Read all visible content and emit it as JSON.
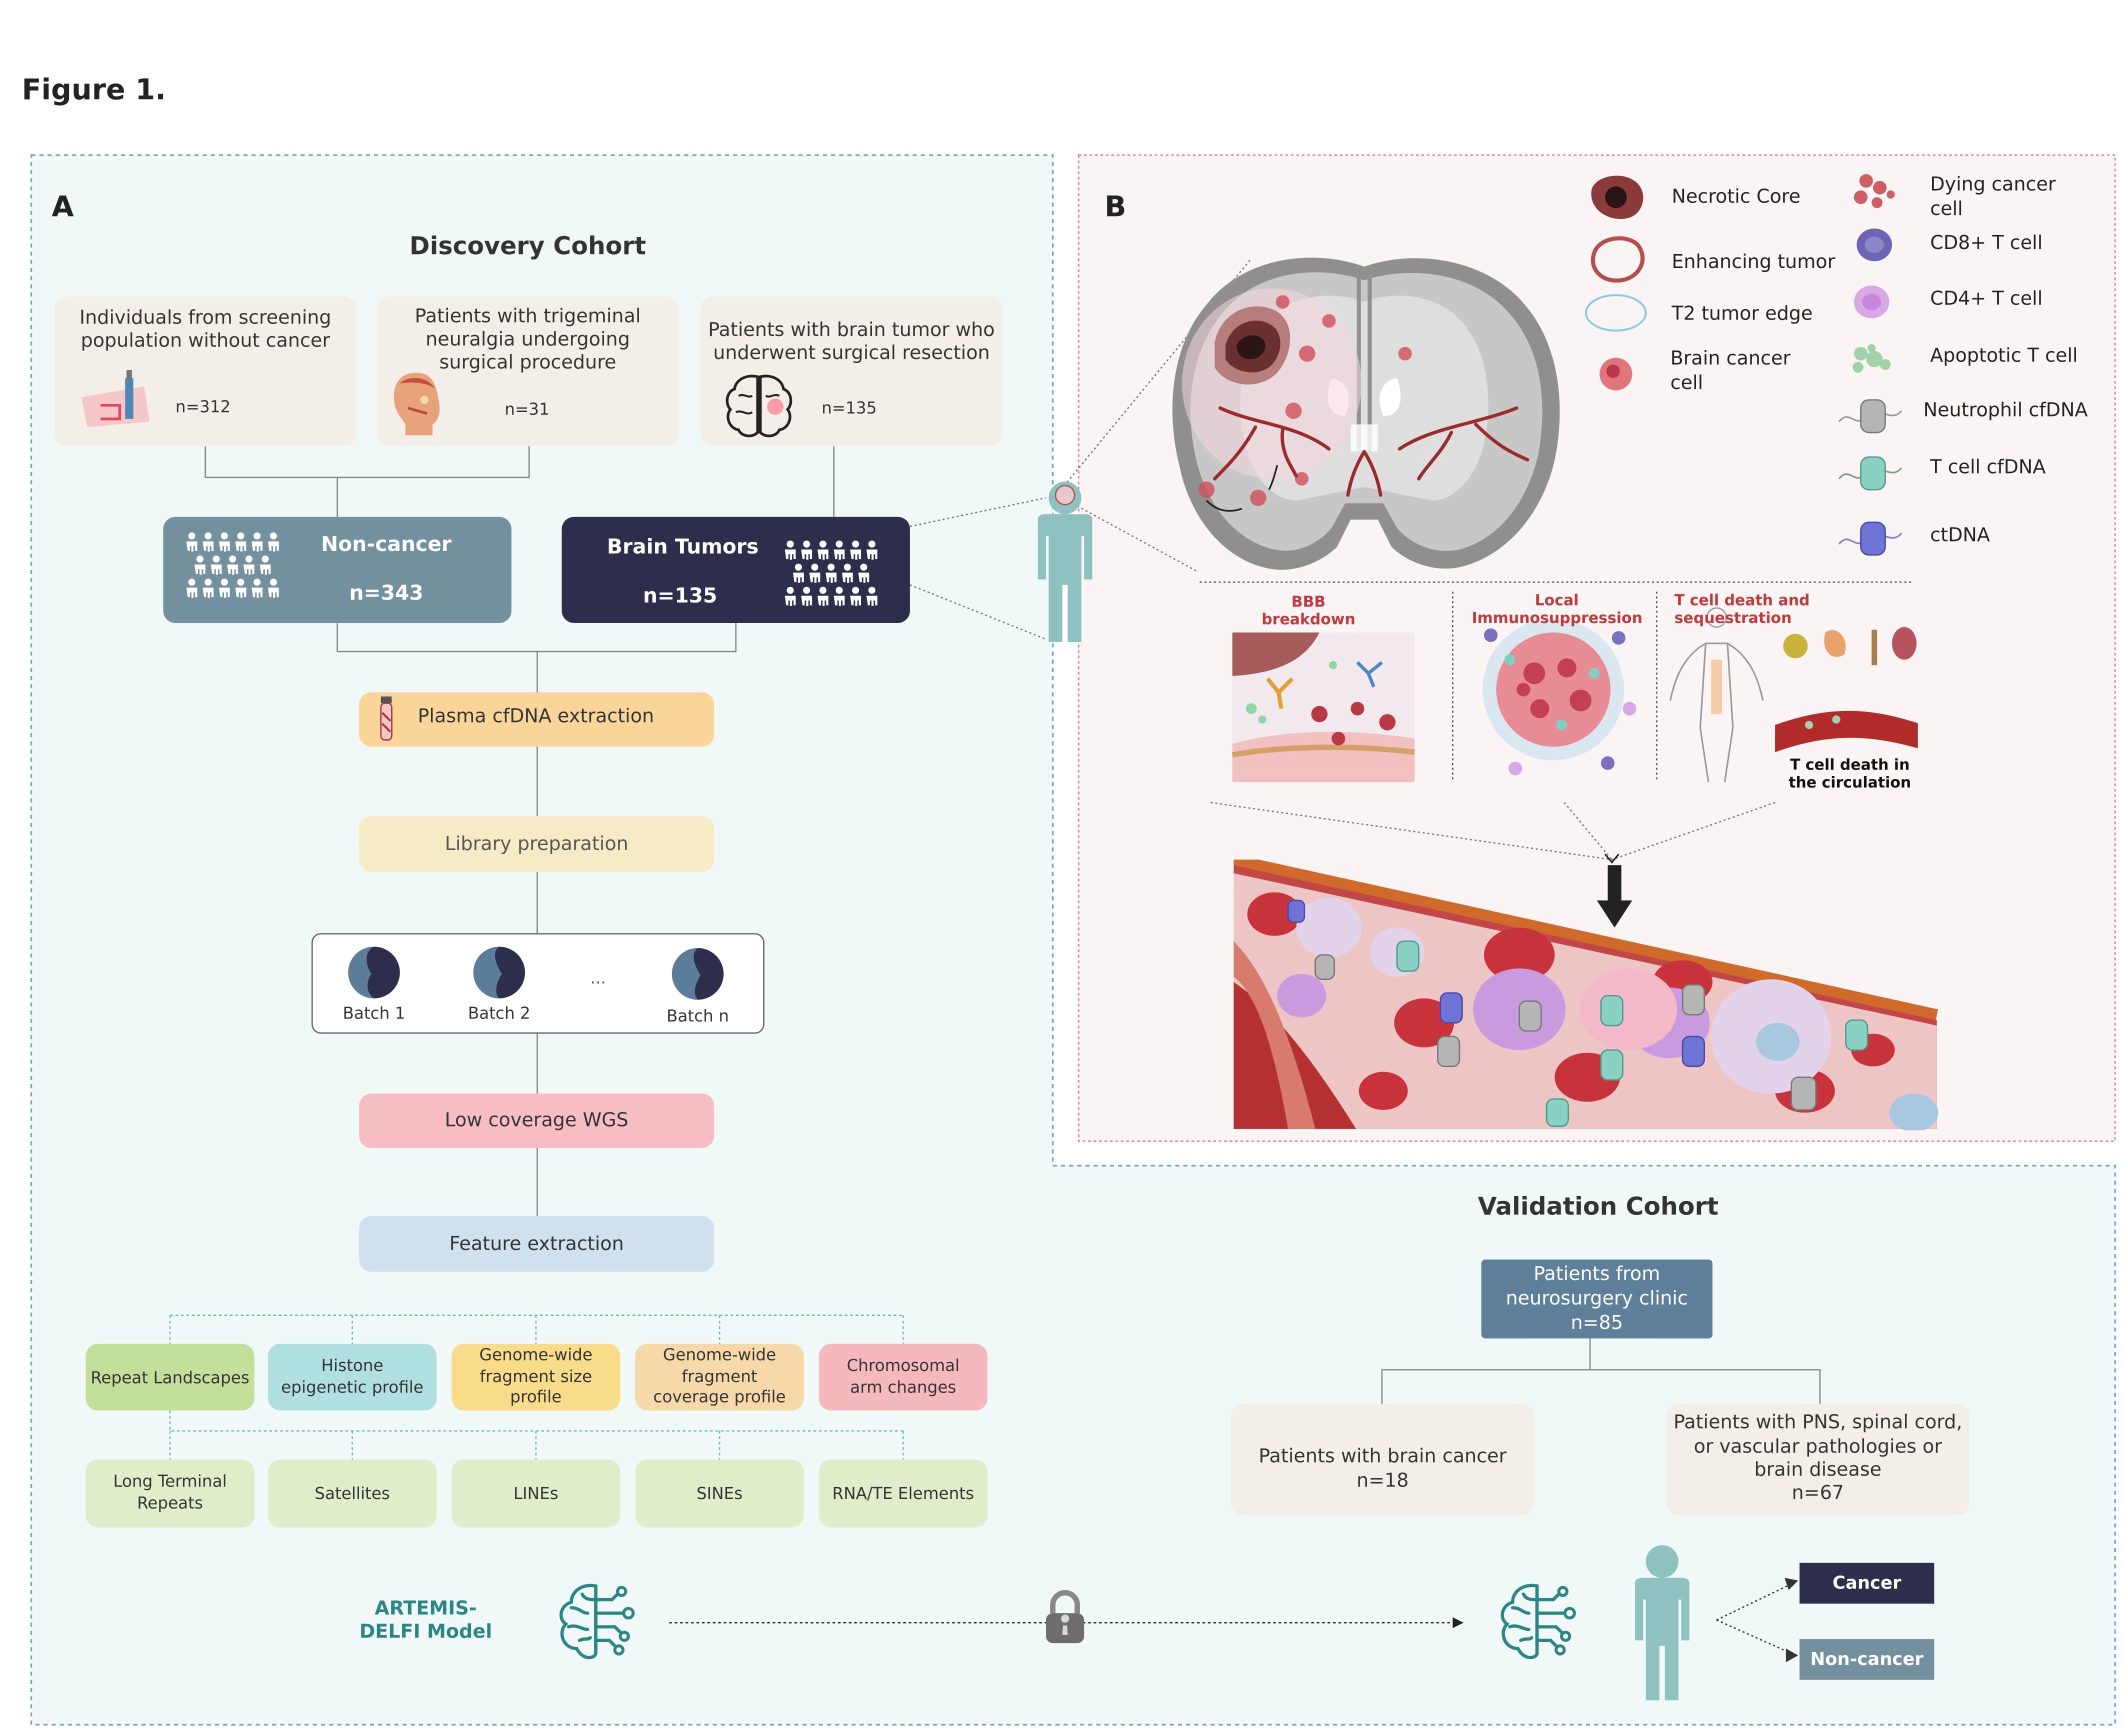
{
  "figure_title": "Figure 1.",
  "panel_a": {
    "letter": "A",
    "title": "Discovery Cohort",
    "sources": [
      {
        "label": "Individuals from screening population without cancer",
        "n": "n=312"
      },
      {
        "label": "Patients with trigeminal neuralgia undergoing surgical procedure",
        "n": "n=31"
      },
      {
        "label": "Patients with brain tumor who underwent surgical resection",
        "n": "n=135"
      }
    ],
    "groups": {
      "noncancer": {
        "label": "Non-cancer",
        "n": "n=343"
      },
      "tumor": {
        "label": "Brain Tumors",
        "n": "n=135"
      }
    },
    "steps": {
      "extraction": "Plasma cfDNA extraction",
      "library": "Library preparation",
      "wgs": "Low coverage WGS",
      "features": "Feature extraction"
    },
    "batches": [
      "Batch 1",
      "Batch 2",
      "...",
      "Batch n"
    ],
    "feature_types": [
      {
        "label": "Repeat Landscapes",
        "color": "#c3df9a"
      },
      {
        "label": "Histone epigenetic profile",
        "color": "#b0dfe0"
      },
      {
        "label": "Genome-wide fragment size profile",
        "color": "#f8dc8a"
      },
      {
        "label": "Genome-wide fragment coverage profile",
        "color": "#f7d9a9"
      },
      {
        "label": "Chromosomal arm changes",
        "color": "#f5b9bd"
      }
    ],
    "repeat_types": [
      "Long Terminal Repeats",
      "Satellites",
      "LINEs",
      "SINEs",
      "RNA/TE Elements"
    ],
    "model": "ARTEMIS-DELFI Model"
  },
  "panel_b": {
    "letter": "B",
    "legend_left": [
      "Necrotic Core",
      "Enhancing tumor",
      "T2 tumor edge",
      "Brain cancer cell"
    ],
    "legend_right": [
      "Dying cancer cell",
      "CD8+ T cell",
      "CD4+ T cell",
      "Apoptotic T cell",
      "Neutrophil cfDNA",
      "T cell cfDNA",
      "ctDNA"
    ],
    "mechanisms": [
      "BBB breakdown",
      "Local Immunosuppression",
      "T cell death and sequestration"
    ],
    "circulation_label": "T cell death in the circulation"
  },
  "validation": {
    "title": "Validation Cohort",
    "clinic": {
      "label": "Patients from neurosurgery clinic",
      "n": "n=85"
    },
    "brain_cancer": {
      "label": "Patients with brain cancer",
      "n": "n=18"
    },
    "other": {
      "label": "Patients with PNS, spinal cord, or vascular pathologies or brain disease",
      "n": "n=67"
    },
    "outcomes": {
      "cancer": "Cancer",
      "noncancer": "Non-cancer"
    }
  },
  "colors": {
    "panel_a_bg": "#f1f8f8",
    "panel_b_bg": "#fbf4f4",
    "noncancer": "#73909f",
    "tumor": "#2d2e4b",
    "teal_figure": "#8ec1c0",
    "model_teal": "#2a8585",
    "blood_red": "#b22b2b"
  }
}
